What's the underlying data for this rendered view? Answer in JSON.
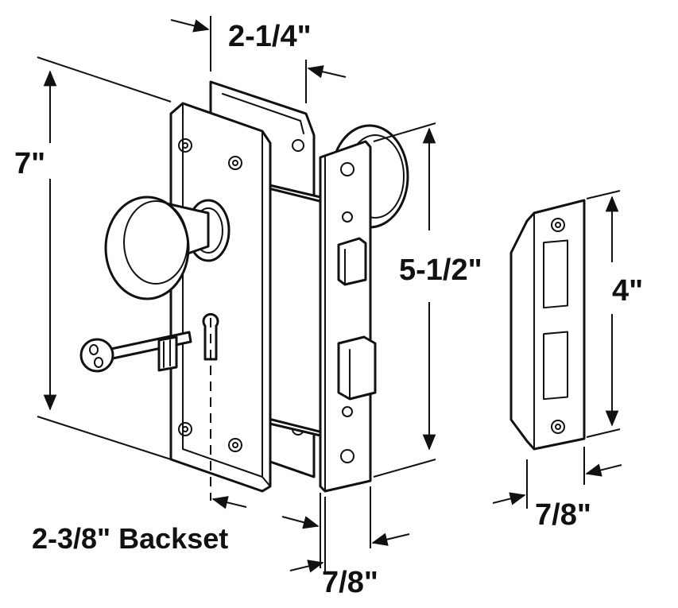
{
  "dimensions": {
    "overall_height": "7\"",
    "plate_width": "2-1/4\"",
    "faceplate_height": "5-1/2\"",
    "strike_height": "4\"",
    "backset": "2-3/8\" Backset",
    "faceplate_width": "7/8\"",
    "strike_width": "7/8\""
  },
  "colors": {
    "line": "#111111",
    "background": "#ffffff"
  }
}
